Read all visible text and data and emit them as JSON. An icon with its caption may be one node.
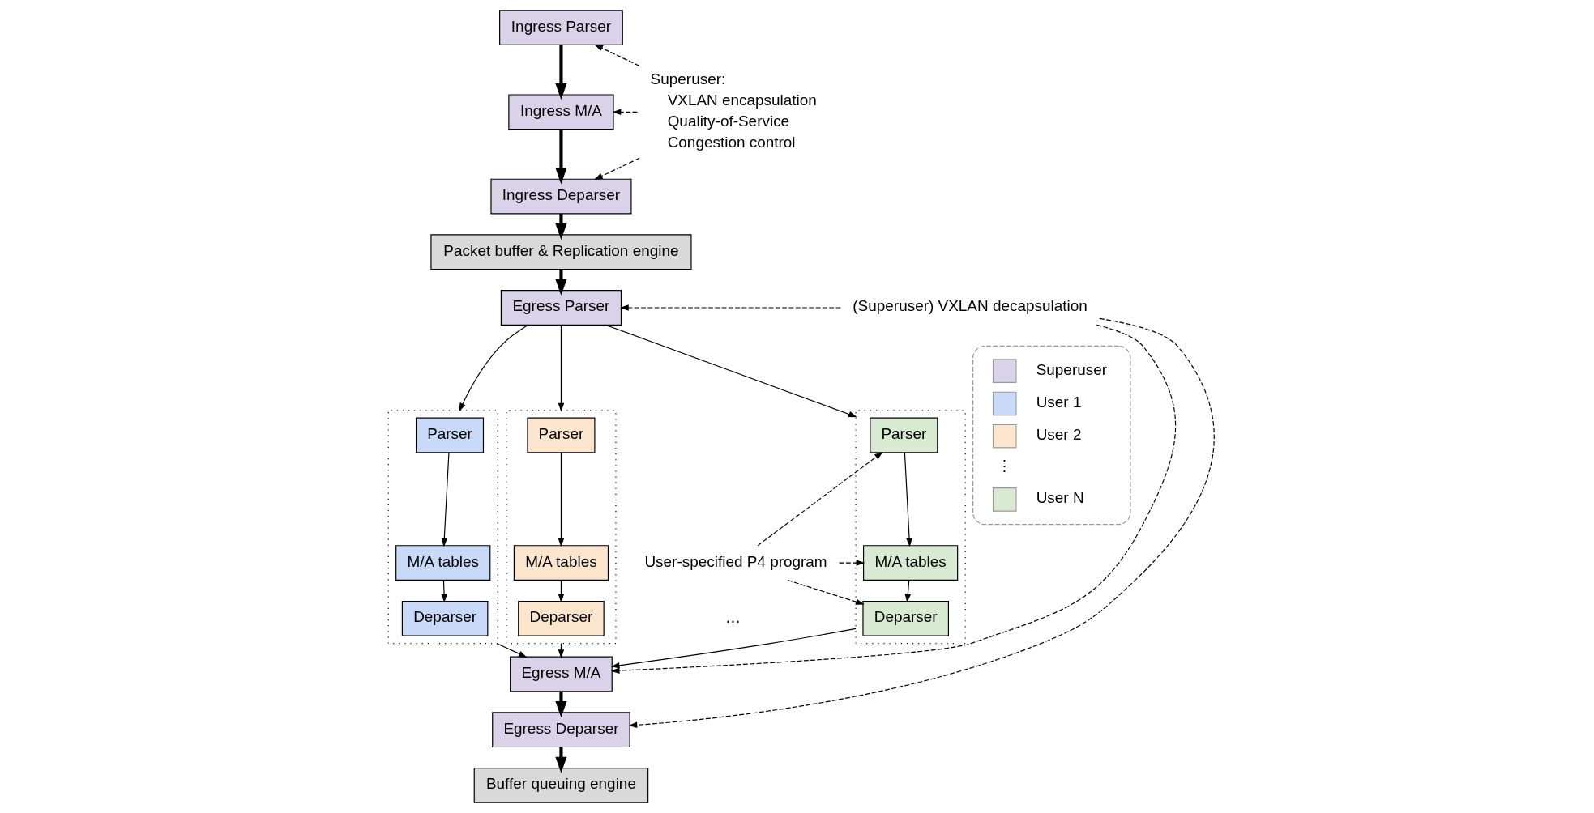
{
  "diagram": {
    "nodes": [
      {
        "text": [
          "Ingress Parser"
        ]
      },
      {
        "text": [
          "Ingress M/A"
        ]
      },
      {
        "text": [
          "Ingress Deparser"
        ]
      },
      {
        "text": [
          "Superuser:",
          "VXLAN encapsulation",
          "Quality-of-Service",
          "Congestion control"
        ]
      },
      {
        "text": [
          "Packet buffer & Replication engine"
        ]
      },
      {
        "text": [
          "(Superuser) VXLAN decapsulation"
        ]
      },
      {
        "text": [
          "Egress Parser"
        ]
      },
      {
        "text": [],
        "shape": "box"
      },
      {
        "text": [
          "Parser"
        ],
        "in": 7
      },
      {
        "text": [
          "M/A tables"
        ],
        "in": 7
      },
      {
        "text": [
          "Deparser"
        ],
        "in": 7
      },
      {
        "text": [],
        "shape": "box"
      },
      {
        "text": [
          "Parser"
        ],
        "in": 11
      },
      {
        "text": [
          "M/A tables"
        ],
        "in": 11
      },
      {
        "text": [
          "Deparser"
        ],
        "in": 11
      },
      {
        "text": [],
        "shape": "box"
      },
      {
        "text": [
          "Parser"
        ],
        "in": 15
      },
      {
        "text": [
          "M/A tables"
        ],
        "in": 15
      },
      {
        "text": [
          "Deparser"
        ],
        "in": 15
      },
      {
        "text": [
          "User-specified P4 program"
        ]
      },
      {
        "text": [
          "Egress M/A"
        ]
      },
      {
        "text": [
          "Egress Deparser"
        ]
      },
      {
        "text": [
          "Buffer queuing engine"
        ]
      }
    ],
    "edges": [
      {
        "from": 0,
        "to": 1,
        "arrow": "to",
        "style": "thick"
      },
      {
        "from": 1,
        "to": 2,
        "arrow": "to",
        "style": "thick"
      },
      {
        "from": 3,
        "to": 0,
        "arrow": "to",
        "style": "dashed"
      },
      {
        "from": 3,
        "to": 1,
        "arrow": "to",
        "style": "dashed"
      },
      {
        "from": 3,
        "to": 2,
        "arrow": "to",
        "style": "dashed"
      },
      {
        "from": 2,
        "to": 4,
        "arrow": "to",
        "style": "thick"
      },
      {
        "from": 4,
        "to": 6,
        "arrow": "to",
        "style": "thick"
      },
      {
        "from": 5,
        "to": 6,
        "arrow": "to",
        "style": "dashed"
      },
      {
        "from": 6,
        "to": 7,
        "arrow": "to"
      },
      {
        "from": 6,
        "to": 11,
        "arrow": "to"
      },
      {
        "from": 6,
        "to": 15,
        "arrow": "to"
      },
      {
        "from": 8,
        "to": 9,
        "arrow": "to"
      },
      {
        "from": 9,
        "to": 10,
        "arrow": "to"
      },
      {
        "from": 12,
        "to": 13,
        "arrow": "to"
      },
      {
        "from": 13,
        "to": 14,
        "arrow": "to"
      },
      {
        "from": 16,
        "to": 17,
        "arrow": "to"
      },
      {
        "from": 17,
        "to": 18,
        "arrow": "to"
      },
      {
        "from": 19,
        "to": 16,
        "arrow": "to",
        "style": "dashed"
      },
      {
        "from": 19,
        "to": 17,
        "arrow": "to",
        "style": "dashed"
      },
      {
        "from": 19,
        "to": 18,
        "arrow": "to",
        "style": "dashed"
      },
      {
        "from": 7,
        "to": 20,
        "arrow": "to"
      },
      {
        "from": 11,
        "to": 20,
        "arrow": "to"
      },
      {
        "from": 15,
        "to": 20,
        "arrow": "to"
      },
      {
        "from": 5,
        "to": 20,
        "arrow": "to",
        "style": "dashed"
      },
      {
        "from": 5,
        "to": 21,
        "arrow": "to",
        "style": "dashed"
      },
      {
        "from": 20,
        "to": 21,
        "arrow": "to",
        "style": "thick"
      },
      {
        "from": 21,
        "to": 22,
        "arrow": "to",
        "style": "thick"
      }
    ],
    "labels": [
      "...",
      "⋮"
    ],
    "legend": [
      {
        "text": "Superuser",
        "color": "#d9d2e9"
      },
      {
        "text": "User 1",
        "color": "#c9daf8"
      },
      {
        "text": "User 2",
        "color": "#fce5cd"
      },
      {
        "text": "User N",
        "color": "#d9ead3"
      }
    ]
  }
}
